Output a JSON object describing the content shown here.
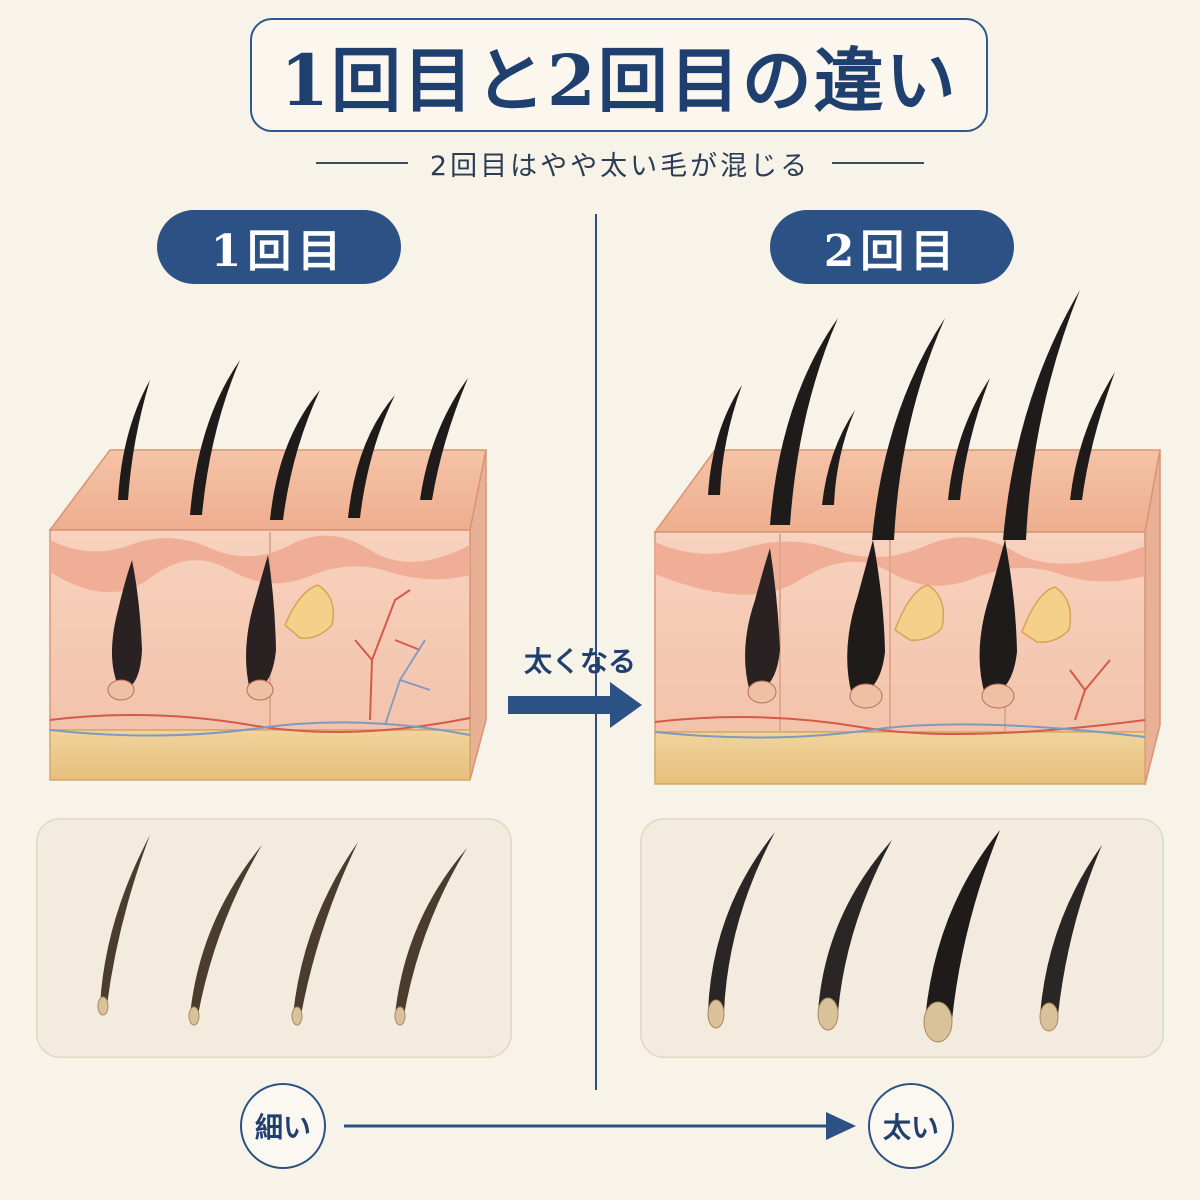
{
  "title": "1回目と2回目の違い",
  "subtitle": "2回目はやや太い毛が混じる",
  "labels": {
    "first": "1回目",
    "second": "2回目",
    "transition": "太くなる",
    "thin": "細い",
    "thick": "太い"
  },
  "colors": {
    "navy": "#2c5184",
    "hair": "#1c1a1a",
    "hair_thin": "#4a3d2e",
    "skin_top": "#f0b898",
    "dermis": "#f6cdb8",
    "fat": "#edc98a"
  }
}
